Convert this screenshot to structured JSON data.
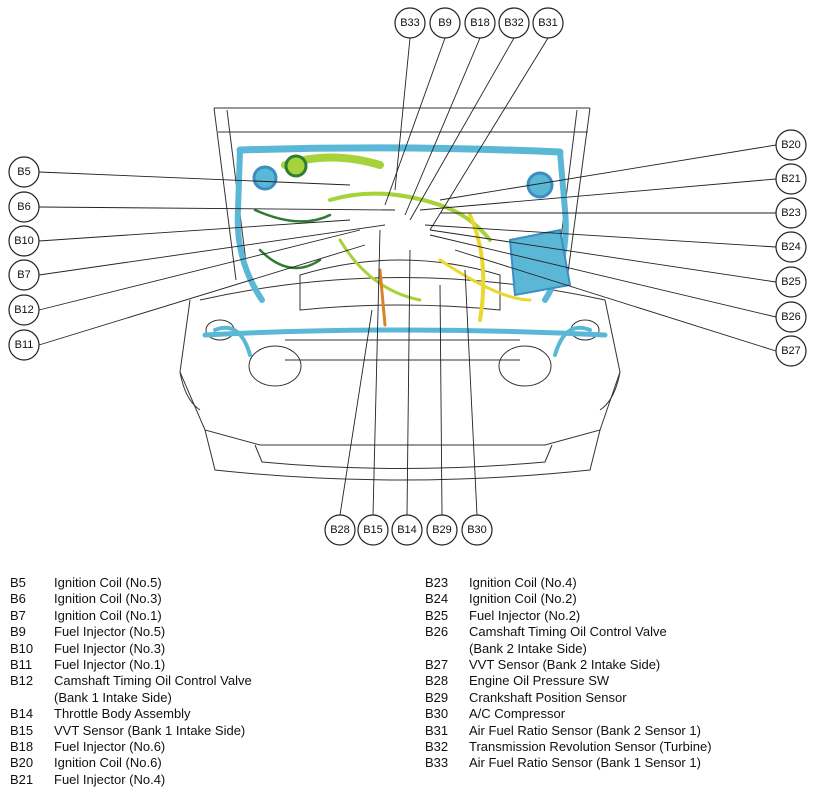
{
  "callouts": {
    "top": [
      "B33",
      "B9",
      "B18",
      "B32",
      "B31"
    ],
    "left": [
      "B5",
      "B6",
      "B10",
      "B7",
      "B12",
      "B11"
    ],
    "right": [
      "B20",
      "B21",
      "B23",
      "B24",
      "B25",
      "B26",
      "B27"
    ],
    "bottom": [
      "B28",
      "B15",
      "B14",
      "B29",
      "B30"
    ]
  },
  "legend": {
    "left": [
      {
        "code": "B5",
        "desc": "Ignition Coil (No.5)"
      },
      {
        "code": "B6",
        "desc": "Ignition Coil (No.3)"
      },
      {
        "code": "B7",
        "desc": "Ignition Coil (No.1)"
      },
      {
        "code": "B9",
        "desc": "Fuel Injector (No.5)"
      },
      {
        "code": "B10",
        "desc": "Fuel Injector (No.3)"
      },
      {
        "code": "B11",
        "desc": "Fuel Injector (No.1)"
      },
      {
        "code": "B12",
        "desc": "Camshaft Timing Oil Control Valve\n(Bank 1 Intake Side)"
      },
      {
        "code": "B14",
        "desc": "Throttle Body Assembly"
      },
      {
        "code": "B15",
        "desc": "VVT Sensor (Bank 1 Intake Side)"
      },
      {
        "code": "B18",
        "desc": "Fuel Injector (No.6)"
      },
      {
        "code": "B20",
        "desc": "Ignition Coil (No.6)"
      },
      {
        "code": "B21",
        "desc": "Fuel Injector (No.4)"
      }
    ],
    "right": [
      {
        "code": "B23",
        "desc": "Ignition Coil (No.4)"
      },
      {
        "code": "B24",
        "desc": "Ignition Coil (No.2)"
      },
      {
        "code": "B25",
        "desc": "Fuel Injector (No.2)"
      },
      {
        "code": "B26",
        "desc": "Camshaft Timing Oil Control Valve\n(Bank 2 Intake Side)"
      },
      {
        "code": "B27",
        "desc": "VVT Sensor (Bank 2 Intake Side)"
      },
      {
        "code": "B28",
        "desc": "Engine Oil Pressure SW"
      },
      {
        "code": "B29",
        "desc": "Crankshaft Position Sensor"
      },
      {
        "code": "B30",
        "desc": "A/C Compressor"
      },
      {
        "code": "B31",
        "desc": "Air Fuel Ratio Sensor (Bank 2 Sensor 1)"
      },
      {
        "code": "B32",
        "desc": "Transmission Revolution Sensor (Turbine)"
      },
      {
        "code": "B33",
        "desc": "Air Fuel Ratio Sensor (Bank 1 Sensor 1)"
      }
    ]
  },
  "colors": {
    "harness_blue": "#5bb7d6",
    "harness_green": "#a6d23a",
    "harness_yellow": "#e8d830",
    "harness_dark_green": "#2e7d32",
    "line": "#222222"
  }
}
